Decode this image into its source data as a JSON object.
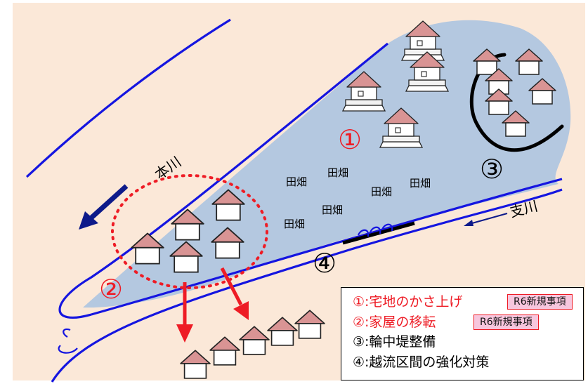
{
  "labels": {
    "main_river": "本川",
    "tributary": "支川",
    "field": "田畑"
  },
  "markers": {
    "m1": "①",
    "m2": "②",
    "m3": "③",
    "m4": "④"
  },
  "legend": {
    "items": [
      {
        "text": "①:宅地のかさ上げ",
        "badge": "R6新規事項"
      },
      {
        "text": "②:家屋の移転",
        "badge": "R6新規事項"
      },
      {
        "text": "③:輪中堤整備",
        "badge": ""
      },
      {
        "text": "④:越流区間の強化対策",
        "badge": ""
      }
    ]
  },
  "colors": {
    "background": "#fbe8d8",
    "floodplain": "#b4c8e0",
    "river_line": "#1515e0",
    "flow_arrow": "#0d1a8a",
    "red": "#ee1c25",
    "roof": "#d99494",
    "badge_bg": "#f7c6dd"
  }
}
